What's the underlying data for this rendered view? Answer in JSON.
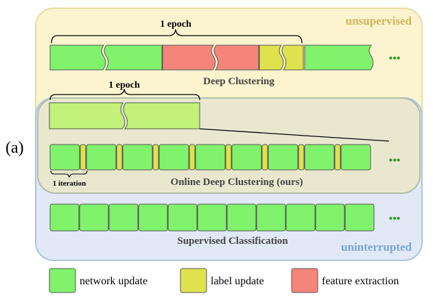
{
  "panel_label": "(a)",
  "regions": {
    "unsupervised": "unsupervised",
    "uninterrupted": "uninterrupted"
  },
  "deep_clustering": {
    "epoch_label": "1 epoch",
    "title": "Deep Clustering"
  },
  "online": {
    "epoch_label": "1 epoch",
    "iteration_label": "1 iteration",
    "title": "Online Deep Clustering (ours)"
  },
  "supervised": {
    "title": "Supervised Classification"
  },
  "ellipsis": "•••",
  "legend": [
    {
      "label": "network update",
      "color": "#80f26c"
    },
    {
      "label": "label update",
      "color": "#dfe24c"
    },
    {
      "label": "feature extraction",
      "color": "#f5857a"
    }
  ],
  "colors": {
    "network": "#80f26c",
    "label": "#dfe24c",
    "feature": "#f5857a",
    "light_green": "#c2f27a",
    "unsup_bg": "#fbf4cf",
    "unsup_border": "#e8dca0",
    "uninterrupted_bg": "#e0e9f5",
    "uninterrupted_border": "#a9c4df",
    "online_bg": "#e9e8cf",
    "online_border": "#aebea8",
    "unsup_text": "#d3b25a",
    "uninterrupted_text": "#7aa4d2",
    "dots": "#2f9a2b"
  }
}
